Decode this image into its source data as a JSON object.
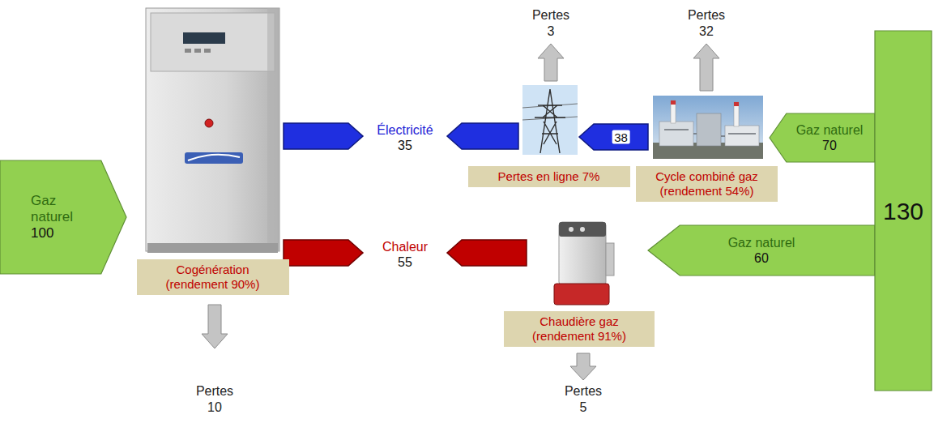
{
  "diagram": {
    "nodes": [
      {
        "text": [
          "Gaz naturel",
          "100"
        ]
      },
      {
        "text": [
          "Cogénération (rendement 90%)"
        ]
      },
      {
        "text": [
          "Électricité",
          "35"
        ]
      },
      {
        "text": [
          "Chaleur",
          "55"
        ]
      },
      {
        "text": [
          "Pertes en ligne 7%"
        ]
      },
      {
        "text": [
          "Cycle combiné gaz (rendement 54%)"
        ]
      },
      {
        "text": [
          "Chaudière gaz (rendement 91%)"
        ]
      },
      {
        "text": [
          "Gaz naturel",
          "70"
        ]
      },
      {
        "text": [
          "Gaz naturel",
          "60"
        ]
      },
      {
        "text": [
          "130"
        ]
      }
    ],
    "edges": [
      {
        "from": 1,
        "to": 2,
        "arrow": "to"
      },
      {
        "from": 4,
        "to": 2,
        "arrow": "to"
      },
      {
        "from": 5,
        "to": 4,
        "label": "38",
        "arrow": "to"
      },
      {
        "from": 1,
        "to": 3,
        "arrow": "to"
      },
      {
        "from": 6,
        "to": 3,
        "arrow": "to"
      }
    ],
    "labels": [
      "Pertes",
      "3",
      "Pertes",
      "32",
      "Pertes",
      "10",
      "Pertes",
      "5"
    ]
  }
}
